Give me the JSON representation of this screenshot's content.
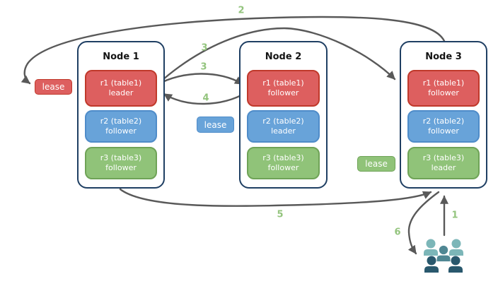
{
  "colors": {
    "red_fill": "#dd5f5f",
    "red_border": "#c0392b",
    "blue_fill": "#68a3d9",
    "blue_border": "#4f8cc9",
    "green_fill": "#90c379",
    "green_border": "#6fa357",
    "node_border": "#1f3f63",
    "arrow": "#595959",
    "step_label": "#93c47d",
    "people_light": "#7cb6b8",
    "people_mid": "#4f8793",
    "people_dark": "#29586d"
  },
  "nodes": [
    {
      "title": "Node 1",
      "replicas": [
        {
          "name": "r1 (table1)",
          "role": "leader"
        },
        {
          "name": "r2 (table2)",
          "role": "follower"
        },
        {
          "name": "r3 (table3)",
          "role": "follower"
        }
      ]
    },
    {
      "title": "Node 2",
      "replicas": [
        {
          "name": "r1 (table1)",
          "role": "follower"
        },
        {
          "name": "r2 (table2)",
          "role": "leader"
        },
        {
          "name": "r3 (table3)",
          "role": "follower"
        }
      ]
    },
    {
      "title": "Node 3",
      "replicas": [
        {
          "name": "r1 (table1)",
          "role": "follower"
        },
        {
          "name": "r2 (table2)",
          "role": "follower"
        },
        {
          "name": "r3 (table3)",
          "role": "leader"
        }
      ]
    }
  ],
  "leases": {
    "red": "lease",
    "blue": "lease",
    "green": "lease"
  },
  "steps": {
    "s1": "1",
    "s2": "2",
    "s3_upper": "3",
    "s3_lower": "3",
    "s4": "4",
    "s5": "5",
    "s6": "6"
  },
  "icons": {
    "clients": "users-group-icon"
  }
}
